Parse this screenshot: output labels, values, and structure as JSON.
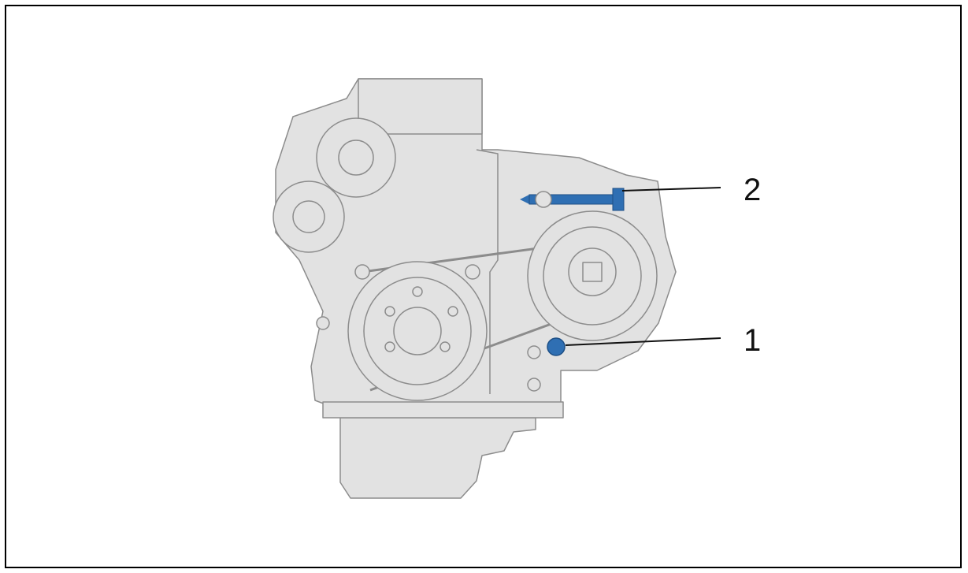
{
  "callouts": [
    {
      "label": "2",
      "part": "bolt"
    },
    {
      "label": "1",
      "part": "plug"
    }
  ],
  "colors": {
    "engine_fill": "#e2e2e2",
    "engine_stroke": "#8c8c8c",
    "highlight": "#2f6fb3",
    "leader": "#111111"
  }
}
